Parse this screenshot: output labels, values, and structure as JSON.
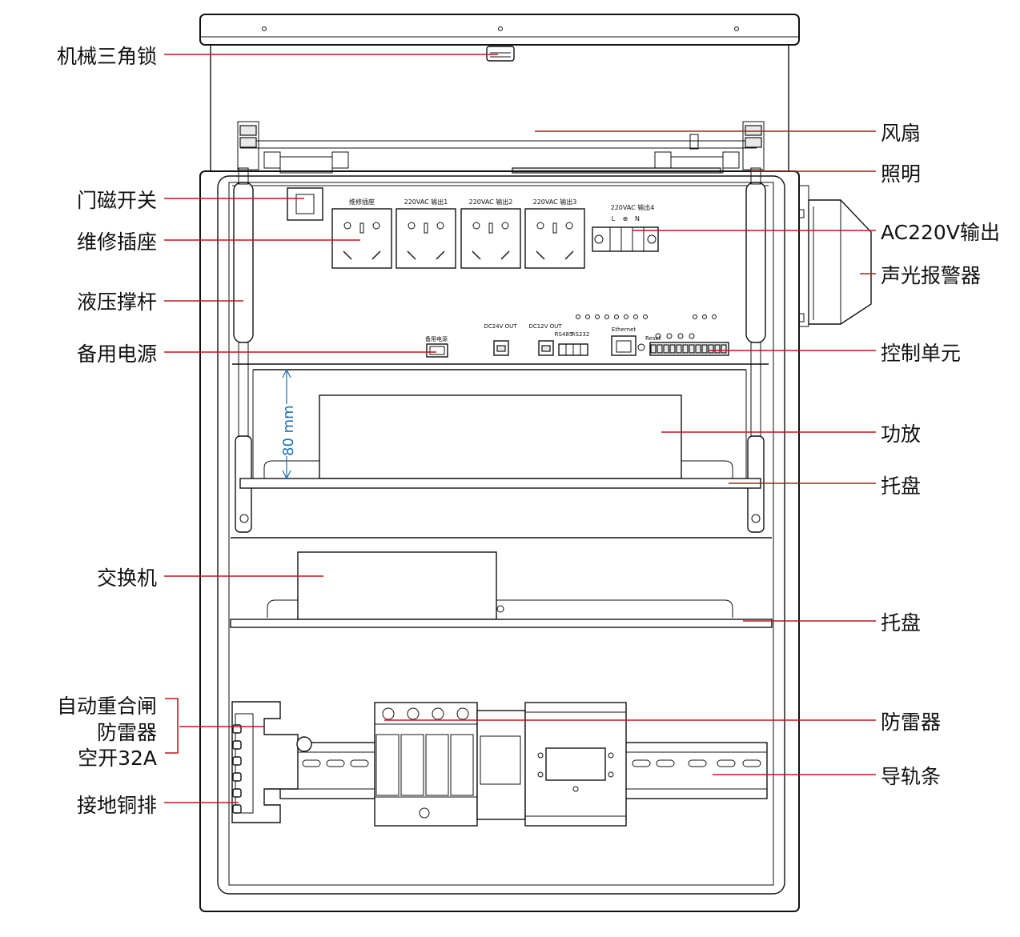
{
  "colors": {
    "leader_line": "#c0161c",
    "outline": "#111111",
    "dimension": "#1f6fb0",
    "background": "#ffffff"
  },
  "callouts_left": [
    {
      "id": "triangle-lock",
      "label": "机械三角锁"
    },
    {
      "id": "door-switch",
      "label": "门磁开关"
    },
    {
      "id": "maintenance-socket",
      "label": "维修插座"
    },
    {
      "id": "hydraulic-strut",
      "label": "液压撑杆"
    },
    {
      "id": "backup-power",
      "label": "备用电源"
    },
    {
      "id": "switch",
      "label": "交换机"
    },
    {
      "id": "auto-reclose-1",
      "label": "自动重合闸"
    },
    {
      "id": "auto-reclose-2",
      "label": "防雷器"
    },
    {
      "id": "auto-reclose-3",
      "label": "空开32A"
    },
    {
      "id": "ground-busbar",
      "label": "接地铜排"
    }
  ],
  "callouts_right": [
    {
      "id": "fan",
      "label": "风扇"
    },
    {
      "id": "lighting",
      "label": "照明"
    },
    {
      "id": "ac-output",
      "label": "AC220V输出"
    },
    {
      "id": "alarm",
      "label": "声光报警器"
    },
    {
      "id": "control-unit",
      "label": "控制单元"
    },
    {
      "id": "amplifier",
      "label": "功放"
    },
    {
      "id": "tray-1",
      "label": "托盘"
    },
    {
      "id": "tray-2",
      "label": "托盘"
    },
    {
      "id": "surge-protector",
      "label": "防雷器"
    },
    {
      "id": "din-rail",
      "label": "导轨条"
    }
  ],
  "panel": {
    "socket_labels": [
      "维修插座",
      "220VAC 输出1",
      "220VAC 输出2",
      "220VAC 输出3"
    ],
    "output4_label": "220VAC 输出4",
    "output4_terminals": [
      "L",
      "⊕",
      "N"
    ],
    "backup_label": "备用电源",
    "dc24_label": "DC24V OUT",
    "dc12_label": "DC12V OUT",
    "rs485_label": "RS485",
    "rs232_label": "RS232",
    "ethernet_label": "Ethernet",
    "reset_label": "Reset"
  },
  "dimension": {
    "value": "80 mm"
  }
}
